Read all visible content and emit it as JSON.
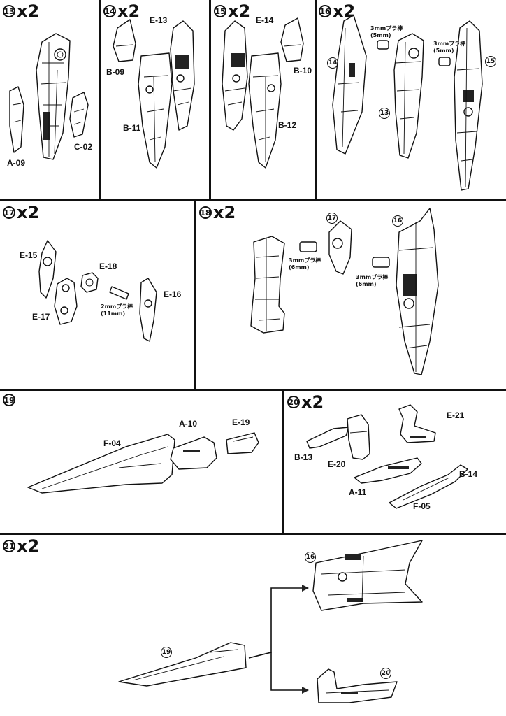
{
  "steps": [
    {
      "num": "13",
      "mult": "x2",
      "parts": [
        "A-09",
        "C-02"
      ]
    },
    {
      "num": "14",
      "mult": "x2",
      "parts": [
        "E-13",
        "B-09",
        "B-11"
      ]
    },
    {
      "num": "15",
      "mult": "x2",
      "parts": [
        "E-14",
        "B-10",
        "B-12"
      ]
    },
    {
      "num": "16",
      "mult": "x2",
      "refs": [
        "14",
        "13",
        "15"
      ],
      "notes": [
        "3mmプラ棒\n(5mm)",
        "3mmプラ棒\n(5mm)"
      ]
    },
    {
      "num": "17",
      "mult": "x2",
      "parts": [
        "E-15",
        "E-18",
        "E-16",
        "E-17"
      ],
      "notes": [
        "2mmプラ棒\n(11mm)"
      ]
    },
    {
      "num": "18",
      "mult": "x2",
      "refs": [
        "17",
        "16"
      ],
      "notes": [
        "3mmプラ棒\n(6mm)",
        "3mmプラ棒\n(6mm)"
      ]
    },
    {
      "num": "19",
      "mult": "",
      "parts": [
        "A-10",
        "E-19",
        "F-04"
      ]
    },
    {
      "num": "20",
      "mult": "x2",
      "parts": [
        "E-21",
        "B-13",
        "E-20",
        "B-14",
        "A-11",
        "F-05"
      ]
    },
    {
      "num": "21",
      "mult": "x2",
      "refs": [
        "16",
        "19",
        "20"
      ]
    }
  ]
}
